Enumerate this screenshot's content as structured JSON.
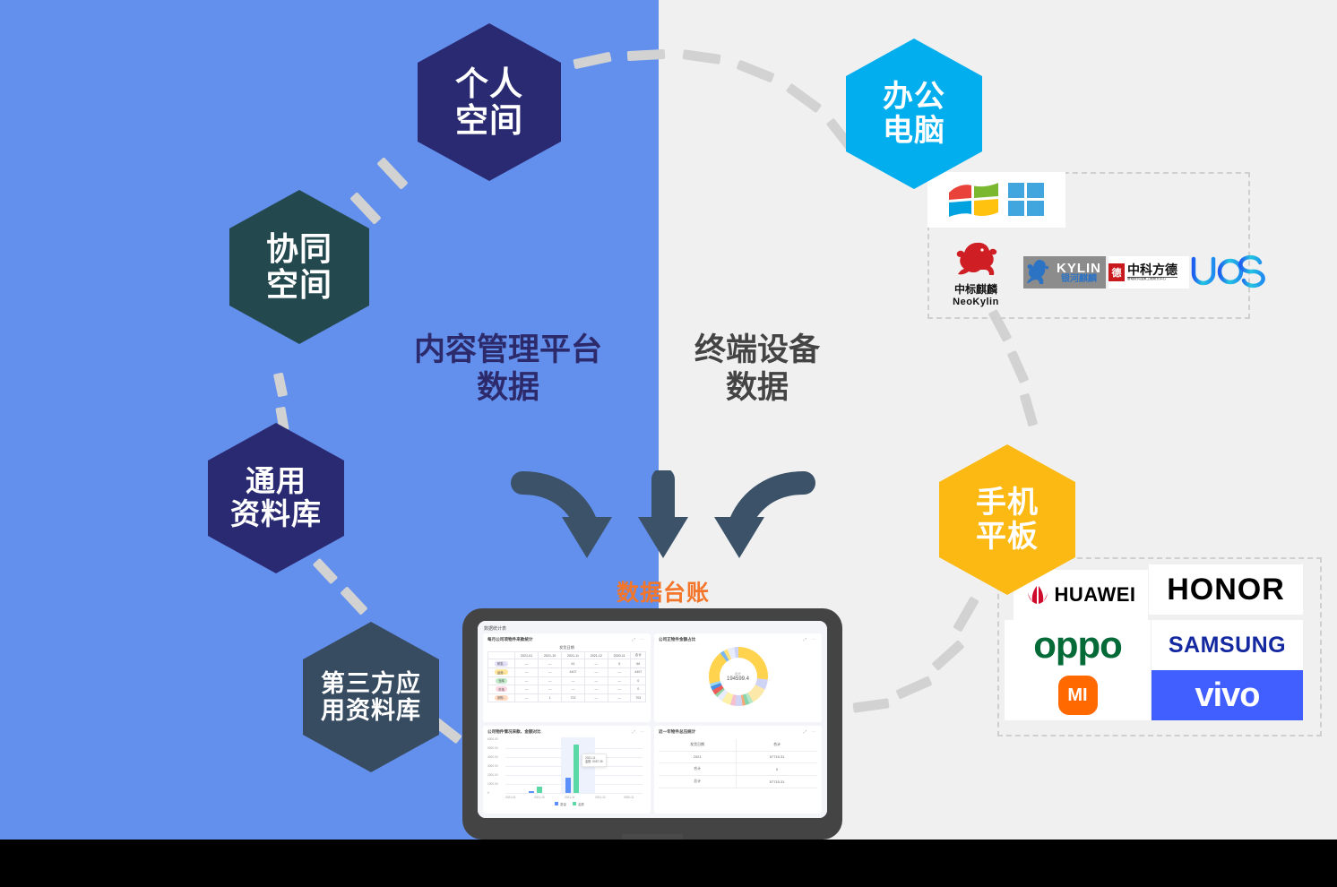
{
  "theme": {
    "bg_left": "#6490ed",
    "bg_right": "#f0f0f0",
    "navy": "#2a2a72",
    "teal": "#23494f",
    "slate": "#374c60",
    "cyan": "#02aeee",
    "amber": "#fcb813",
    "ledger_orange": "#f4762a",
    "dash_gray": "#d2d2d2",
    "arrow_color": "#3b5268"
  },
  "hexagons": {
    "personal_space": {
      "line1": "个人",
      "line2": "空间"
    },
    "collab_space": {
      "line1": "协同",
      "line2": "空间"
    },
    "general_repo": {
      "line1": "通用",
      "line2": "资料库"
    },
    "third_party_repo": {
      "line1": "第三方应",
      "line2": "用资料库"
    },
    "office_pc": {
      "line1": "办公",
      "line2": "电脑"
    },
    "phone_tablet": {
      "line1": "手机",
      "line2": "平板"
    }
  },
  "section_labels": {
    "cms": {
      "line1": "内容管理平台",
      "line2": "数据"
    },
    "devices": {
      "line1": "终端设备",
      "line2": "数据"
    }
  },
  "ledger_label": "数据台账",
  "os_logos": [
    {
      "name": "windows-legacy",
      "label": ""
    },
    {
      "name": "windows-modern",
      "label": ""
    },
    {
      "name": "neokylin",
      "label_cn": "中标麒麟",
      "label_en": "NeoKylin"
    },
    {
      "name": "kylin",
      "label_en": "KYLIN",
      "label_cn": "银河麒麟"
    },
    {
      "name": "zhongke-fangde",
      "label_cn": "中科方德",
      "label_sub": "基础软件国家工程研究中心"
    },
    {
      "name": "uos",
      "label_en": "UOS"
    }
  ],
  "mobile_brands": [
    {
      "name": "huawei",
      "label": "HUAWEI",
      "color": "#000000",
      "bg": "#ffffff"
    },
    {
      "name": "honor",
      "label": "HONOR",
      "color": "#000000",
      "bg": "#ffffff"
    },
    {
      "name": "oppo",
      "label": "oppo",
      "color": "#046a38",
      "bg": "#ffffff"
    },
    {
      "name": "samsung",
      "label": "SAMSUNG",
      "color": "#1428a0",
      "bg": "#ffffff"
    },
    {
      "name": "xiaomi",
      "label": "MI",
      "color": "#ffffff",
      "bg": "#ff6900"
    },
    {
      "name": "vivo",
      "label": "vivo",
      "color": "#ffffff",
      "bg": "#415fff"
    }
  ],
  "dashboard": {
    "page_title": "数据统计表",
    "cards": {
      "monthly_table": {
        "title": "每月公司项物件来款统计",
        "caption": "发货日期",
        "headers": [
          "",
          "2021-01",
          "2021-10",
          "2021-11",
          "2021-12",
          "2020-11",
          "合计"
        ],
        "rows": [
          {
            "tag": "研发...",
            "tag_bg": "#e3e0f7",
            "cells": [
              "—",
              "—",
              "61",
              "—",
              "5",
              "66"
            ]
          },
          {
            "tag": "运营...",
            "tag_bg": "#ffe69a",
            "cells": [
              "—",
              "—",
              "4407",
              "—",
              "—",
              "4407"
            ]
          },
          {
            "tag": "仓库",
            "tag_bg": "#bfe9c8",
            "cells": [
              "—",
              "—",
              "—",
              "—",
              "—",
              "0"
            ]
          },
          {
            "tag": "市场",
            "tag_bg": "#fcd6e0",
            "cells": [
              "—",
              "—",
              "—",
              "—",
              "—",
              "0"
            ]
          },
          {
            "tag": "采购...",
            "tag_bg": "#ffd9c0",
            "cells": [
              "—",
              "1",
              "702",
              "—",
              "—",
              "703"
            ]
          }
        ]
      },
      "donut": {
        "title": "公司正物件金额占比",
        "center_label": "合计",
        "center_value": "194599.4"
      },
      "bars": {
        "title": "公司物件情况来款、金额对比",
        "y_ticks": [
          "6000.00",
          "5000.00",
          "4000.00",
          "3000.00",
          "2000.00",
          "1000.00",
          "0"
        ],
        "x_ticks": [
          "2021-01",
          "2021-10",
          "2021-11",
          "2021-12",
          "2020-11"
        ],
        "legend": [
          "数量",
          "金额"
        ],
        "series": [
          {
            "name": "数量",
            "color": "#5b8ff9",
            "values": [
              0,
              120,
              1450,
              0,
              0
            ]
          },
          {
            "name": "金额",
            "color": "#5ad8a6",
            "values": [
              0,
              420,
              5050,
              0,
              0
            ]
          }
        ],
        "tooltip": {
          "line1": "2021-11",
          "line2": "金额: 5057.35"
        }
      },
      "summary_table": {
        "title": "近一年物件总压统计",
        "headers": [
          "发货日期",
          "合计"
        ],
        "rows": [
          [
            "2021",
            "57715.31"
          ],
          [
            "合计",
            "0"
          ],
          [
            "总计",
            "57715.31"
          ]
        ]
      }
    }
  }
}
